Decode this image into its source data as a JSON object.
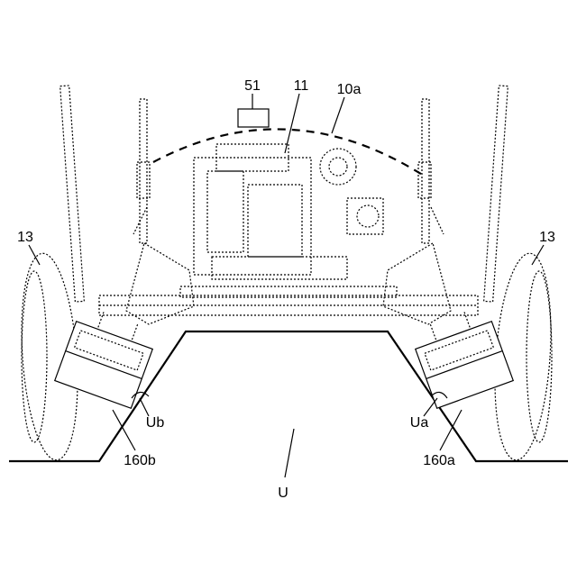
{
  "figure": {
    "labels": {
      "controller": "51",
      "engine": "11",
      "cover": "10a",
      "wheel_left": "13",
      "wheel_right": "13",
      "crop_row": "U",
      "slope_left": "Ub",
      "slope_right": "Ua",
      "sprayer_left": "160b",
      "sprayer_right": "160a"
    }
  }
}
